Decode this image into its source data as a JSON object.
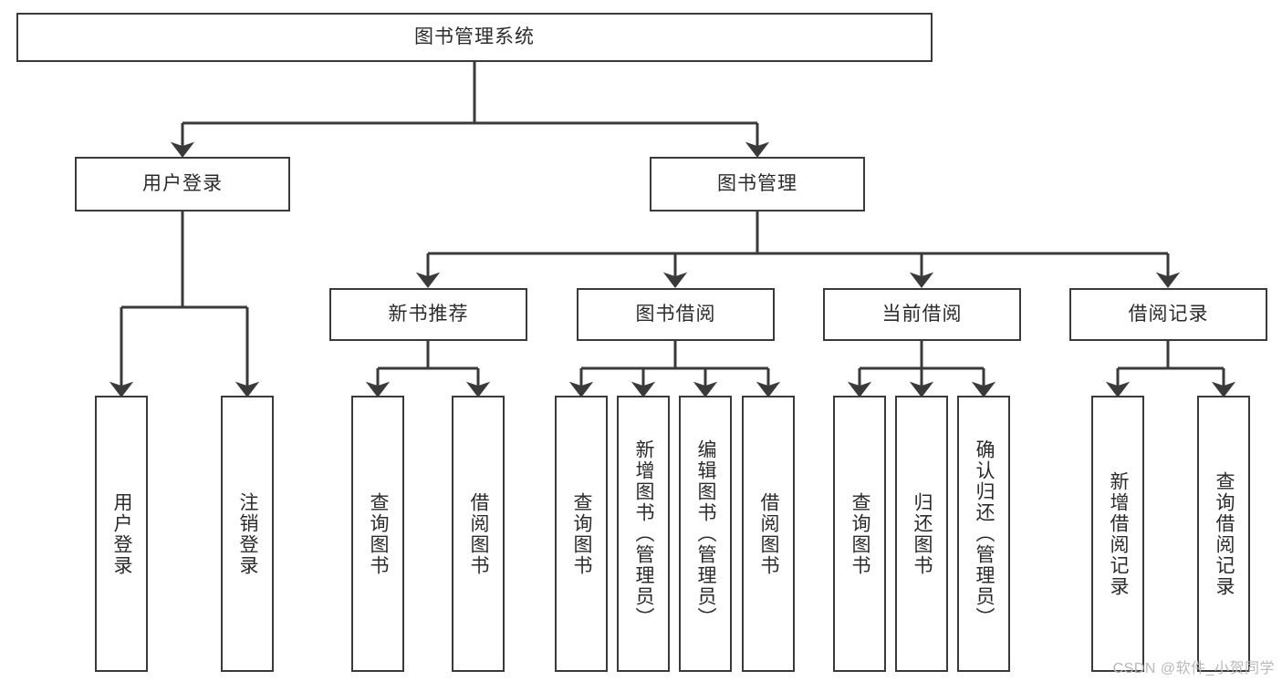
{
  "diagram": {
    "title": "图书管理系统",
    "type": "tree",
    "root": "图书管理系统",
    "colors": {
      "box_border": "#3a3a3a",
      "box_fill": "#ffffff",
      "edge": "#3a3a3a",
      "text": "#2b2b2b",
      "watermark": "#b9b9b9",
      "background": "#ffffff"
    },
    "watermark": "CSDN @软件_小贺同学",
    "nodes": {
      "root": {
        "label": "图书管理系统",
        "orientation": "horizontal",
        "level": 1
      },
      "l2": [
        {
          "id": "user-login",
          "label": "用户登录",
          "orientation": "horizontal",
          "level": 2
        },
        {
          "id": "book-manage",
          "label": "图书管理",
          "orientation": "horizontal",
          "level": 2
        }
      ],
      "l3": [
        {
          "id": "new-book-rec",
          "label": "新书推荐",
          "orientation": "horizontal",
          "level": 3
        },
        {
          "id": "book-borrow",
          "label": "图书借阅",
          "orientation": "horizontal",
          "level": 3
        },
        {
          "id": "current-borrow",
          "label": "当前借阅",
          "orientation": "horizontal",
          "level": 3
        },
        {
          "id": "borrow-record",
          "label": "借阅记录",
          "orientation": "horizontal",
          "level": 3
        }
      ],
      "leaves": [
        {
          "id": "leaf-user-login",
          "label": "用户登录",
          "parent": "user-login",
          "orientation": "vertical"
        },
        {
          "id": "leaf-user-logout",
          "label": "注销登录",
          "parent": "user-login",
          "orientation": "vertical"
        },
        {
          "id": "leaf-rec-query",
          "label": "查询图书",
          "parent": "new-book-rec",
          "orientation": "vertical"
        },
        {
          "id": "leaf-rec-borrow",
          "label": "借阅图书",
          "parent": "new-book-rec",
          "orientation": "vertical"
        },
        {
          "id": "leaf-borrow-query",
          "label": "查询图书",
          "parent": "book-borrow",
          "orientation": "vertical"
        },
        {
          "id": "leaf-borrow-add",
          "label": "新增图书（管理员）",
          "parent": "book-borrow",
          "orientation": "vertical"
        },
        {
          "id": "leaf-borrow-edit",
          "label": "编辑图书（管理员）",
          "parent": "book-borrow",
          "orientation": "vertical"
        },
        {
          "id": "leaf-borrow-take",
          "label": "借阅图书",
          "parent": "book-borrow",
          "orientation": "vertical"
        },
        {
          "id": "leaf-cur-query",
          "label": "查询图书",
          "parent": "current-borrow",
          "orientation": "vertical"
        },
        {
          "id": "leaf-cur-return",
          "label": "归还图书",
          "parent": "current-borrow",
          "orientation": "vertical"
        },
        {
          "id": "leaf-cur-confirm",
          "label": "确认归还（管理员）",
          "parent": "current-borrow",
          "orientation": "vertical"
        },
        {
          "id": "leaf-rec-add",
          "label": "新增借阅记录",
          "parent": "borrow-record",
          "orientation": "vertical"
        },
        {
          "id": "leaf-rec-search",
          "label": "查询借阅记录",
          "parent": "borrow-record",
          "orientation": "vertical"
        }
      ]
    },
    "edges": [
      {
        "from": "图书管理系统",
        "to": "用户登录"
      },
      {
        "from": "图书管理系统",
        "to": "图书管理"
      },
      {
        "from": "用户登录",
        "to": "用户登录"
      },
      {
        "from": "用户登录",
        "to": "注销登录"
      },
      {
        "from": "图书管理",
        "to": "新书推荐"
      },
      {
        "from": "图书管理",
        "to": "图书借阅"
      },
      {
        "from": "图书管理",
        "to": "当前借阅"
      },
      {
        "from": "图书管理",
        "to": "借阅记录"
      },
      {
        "from": "新书推荐",
        "to": "查询图书"
      },
      {
        "from": "新书推荐",
        "to": "借阅图书"
      },
      {
        "from": "图书借阅",
        "to": "查询图书"
      },
      {
        "from": "图书借阅",
        "to": "新增图书（管理员）"
      },
      {
        "from": "图书借阅",
        "to": "编辑图书（管理员）"
      },
      {
        "from": "图书借阅",
        "to": "借阅图书"
      },
      {
        "from": "当前借阅",
        "to": "查询图书"
      },
      {
        "from": "当前借阅",
        "to": "归还图书"
      },
      {
        "from": "当前借阅",
        "to": "确认归还（管理员）"
      },
      {
        "from": "借阅记录",
        "to": "新增借阅记录"
      },
      {
        "from": "借阅记录",
        "to": "查询借阅记录"
      }
    ]
  }
}
